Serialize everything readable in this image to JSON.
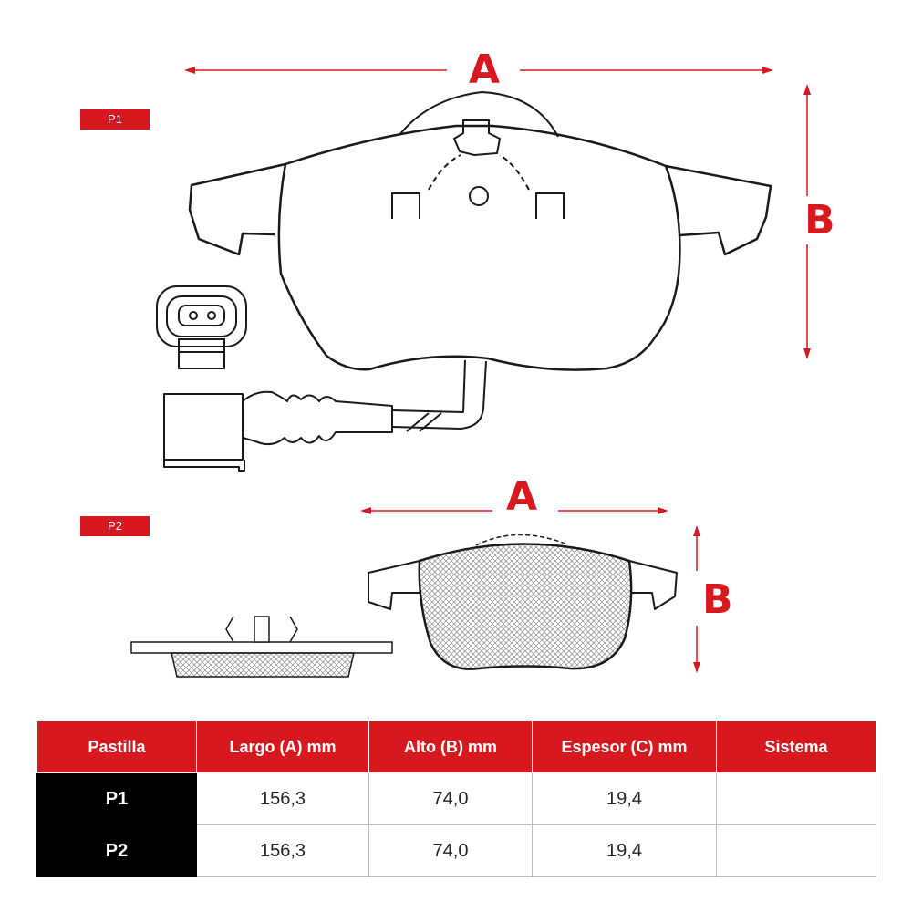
{
  "labels": {
    "p1_tag": "P1",
    "p2_tag": "P2",
    "p1_dim_a": "A",
    "p1_dim_b": "B",
    "p2_dim_a": "A",
    "p2_dim_b": "B"
  },
  "colors": {
    "accent": "#d7191f",
    "row_header_bg": "#000000",
    "line": "#1a1a1a"
  },
  "table": {
    "headers": [
      "Pastilla",
      "Largo (A) mm",
      "Alto (B) mm",
      "Espesor (C) mm",
      "Sistema"
    ],
    "rows": [
      [
        "P1",
        "156,3",
        "74,0",
        "19,4",
        ""
      ],
      [
        "P2",
        "156,3",
        "74,0",
        "19,4",
        ""
      ]
    ]
  }
}
